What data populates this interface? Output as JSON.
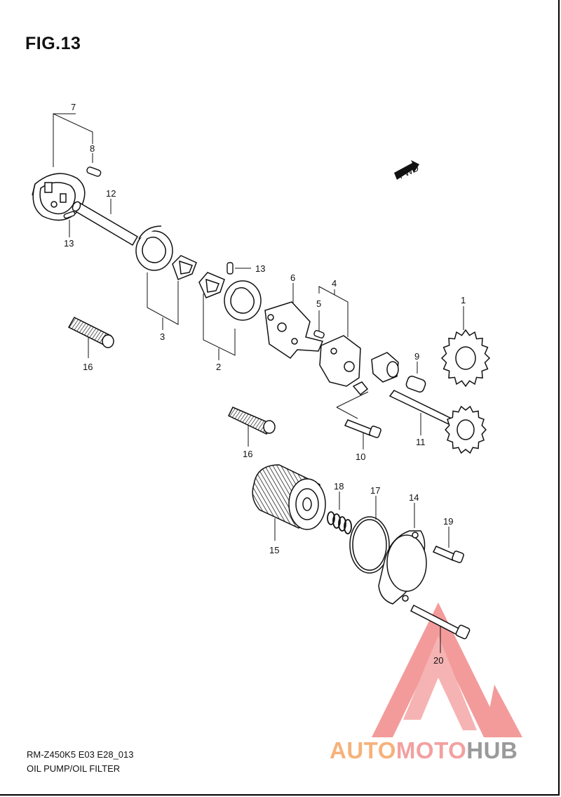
{
  "figure": {
    "title": "FIG.13",
    "code": "RM-Z450K5 E03 E28_013",
    "description": "OIL PUMP/OIL FILTER"
  },
  "fwd_label": "FWD",
  "callouts": {
    "c1": "1",
    "c2": "2",
    "c3": "3",
    "c4": "4",
    "c5": "5",
    "c6": "6",
    "c7": "7",
    "c8": "8",
    "c9": "9",
    "c10": "10",
    "c11": "11",
    "c12": "12",
    "c13a": "13",
    "c13b": "13",
    "c14": "14",
    "c15": "15",
    "c16a": "16",
    "c16b": "16",
    "c17": "17",
    "c18": "18",
    "c19": "19",
    "c20": "20"
  },
  "watermark": {
    "part1": "AUTO",
    "part2": "MOTO",
    "part3": "HUB"
  },
  "colors": {
    "ink": "#111111",
    "watermark_red": "#f07a7a",
    "watermark_orange": "#f6b27a",
    "watermark_gray": "#9a9a9a"
  }
}
